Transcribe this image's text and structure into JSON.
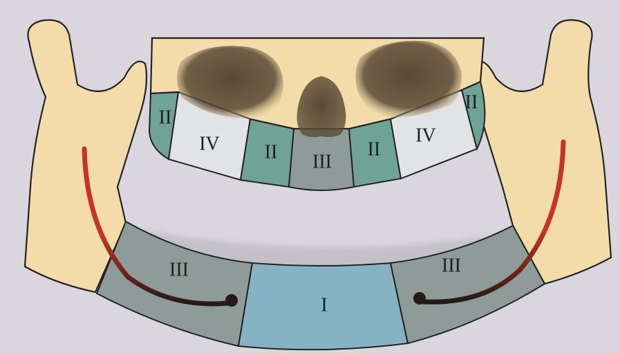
{
  "colors": {
    "background": "#d9d6dd",
    "bone": "#f4dcaa",
    "outline": "#222222",
    "zone_I": "#86b3c4",
    "zone_II": "#6fa394",
    "zone_III": "#8f9b98",
    "zone_IV": "#e2e3e5",
    "nerve_start": "#c83325",
    "nerve_end": "#241a16",
    "cavity": "#5a4a36"
  },
  "maxilla_zones": [
    {
      "id": "max-1",
      "label": "II",
      "zone": "II"
    },
    {
      "id": "max-2",
      "label": "IV",
      "zone": "IV"
    },
    {
      "id": "max-3",
      "label": "II",
      "zone": "II"
    },
    {
      "id": "max-4",
      "label": "III",
      "zone": "III"
    },
    {
      "id": "max-5",
      "label": "II",
      "zone": "II"
    },
    {
      "id": "max-6",
      "label": "IV",
      "zone": "IV"
    },
    {
      "id": "max-7",
      "label": "II",
      "zone": "II"
    }
  ],
  "mandible_zones": [
    {
      "id": "mand-left",
      "label": "III",
      "zone": "III"
    },
    {
      "id": "mand-center",
      "label": "I",
      "zone": "I"
    },
    {
      "id": "mand-right",
      "label": "III",
      "zone": "III"
    }
  ]
}
